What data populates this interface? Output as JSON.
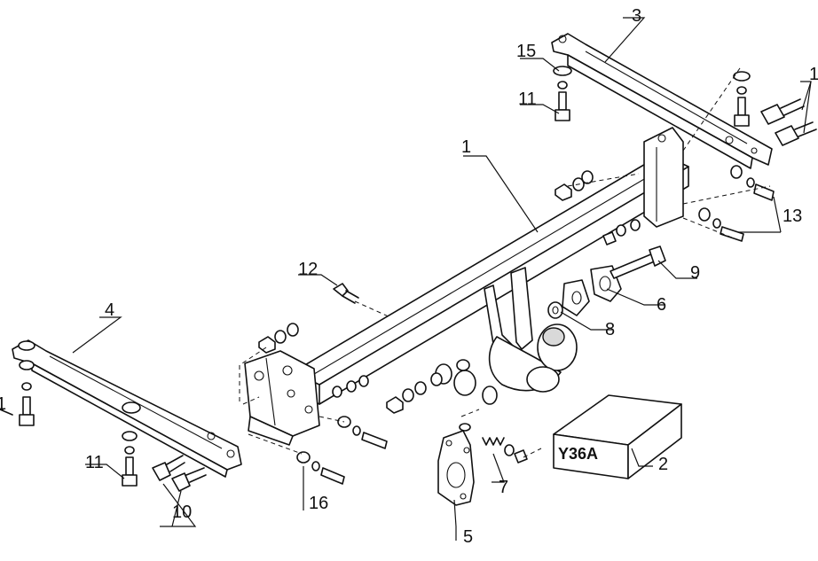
{
  "callouts": {
    "p1": "1",
    "p2": "2",
    "p3": "3",
    "p4": "4",
    "p5": "5",
    "p6": "6",
    "p7": "7",
    "p8": "8",
    "p9": "9",
    "p10": "10",
    "p11_left": "11",
    "p11_top": "11",
    "p12": "12",
    "p13": "13",
    "p15": "15",
    "p16": "16",
    "p_left_edge": "1",
    "p_right_edge": "1"
  },
  "kit_box": {
    "code": "Y36A"
  }
}
